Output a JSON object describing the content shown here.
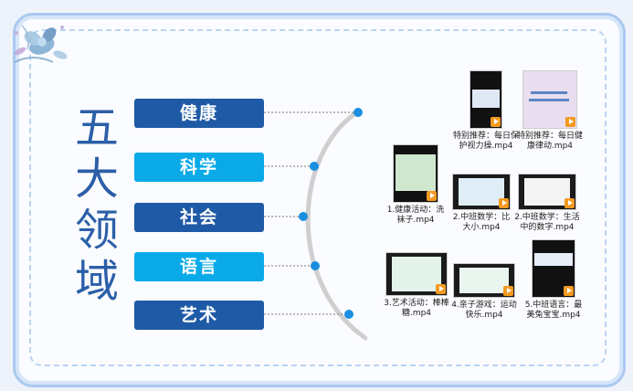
{
  "title": [
    "五",
    "大",
    "领",
    "域"
  ],
  "domains": [
    {
      "label": "健康"
    },
    {
      "label": "科学"
    },
    {
      "label": "社会"
    },
    {
      "label": "语言"
    },
    {
      "label": "艺术"
    }
  ],
  "videos": [
    {
      "caption": "特别推荐：每日保护视力操.mp4"
    },
    {
      "caption": "特别推荐：每日健康律动.mp4"
    },
    {
      "caption": "1.健康活动：洗袜子.mp4"
    },
    {
      "caption": "2.中班数学：比大小.mp4"
    },
    {
      "caption": "2.中班数学：生活中的数字.mp4"
    },
    {
      "caption": "3.艺术活动：棒棒糖.mp4"
    },
    {
      "caption": "4.亲子游戏：运动快乐.mp4"
    },
    {
      "caption": "5.中班语言：最美兔宝宝.mp4"
    }
  ],
  "colors": {
    "dark_blue": "#1f5aa6",
    "light_blue": "#0aaae8",
    "dot": "#1a8fe0",
    "play": "#f39a21"
  },
  "icons": [
    "flower-decoration-icon",
    "play-icon"
  ]
}
